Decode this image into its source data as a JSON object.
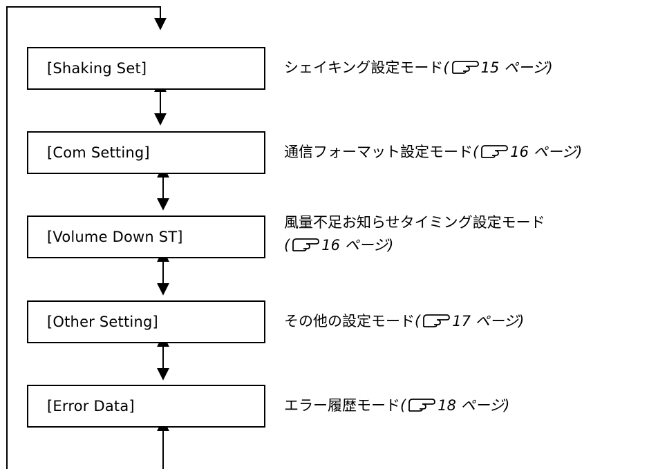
{
  "modes": [
    {
      "label": "[Shaking Set]",
      "desc_lines": [
        "シェイキング設定モード"
      ],
      "ref": "15 ページ)",
      "ref_prefix": "("
    },
    {
      "label": "[Com Setting]",
      "desc_lines": [
        "通信フォーマット設定モード"
      ],
      "ref": "16 ページ)",
      "ref_prefix": "("
    },
    {
      "label": "[Volume Down ST]",
      "desc_lines": [
        "風量不足お知らせタイミング設定モード"
      ],
      "ref": "16 ページ)",
      "ref_prefix": "("
    },
    {
      "label": "[Other Setting]",
      "desc_lines": [
        "その他の設定モード"
      ],
      "ref": "17 ページ)",
      "ref_prefix": "("
    },
    {
      "label": "[Error Data]",
      "desc_lines": [
        "エラー履歴モード"
      ],
      "ref": "18 ページ)",
      "ref_prefix": "("
    }
  ],
  "icons": {
    "reference": "pointing-hand-icon"
  }
}
